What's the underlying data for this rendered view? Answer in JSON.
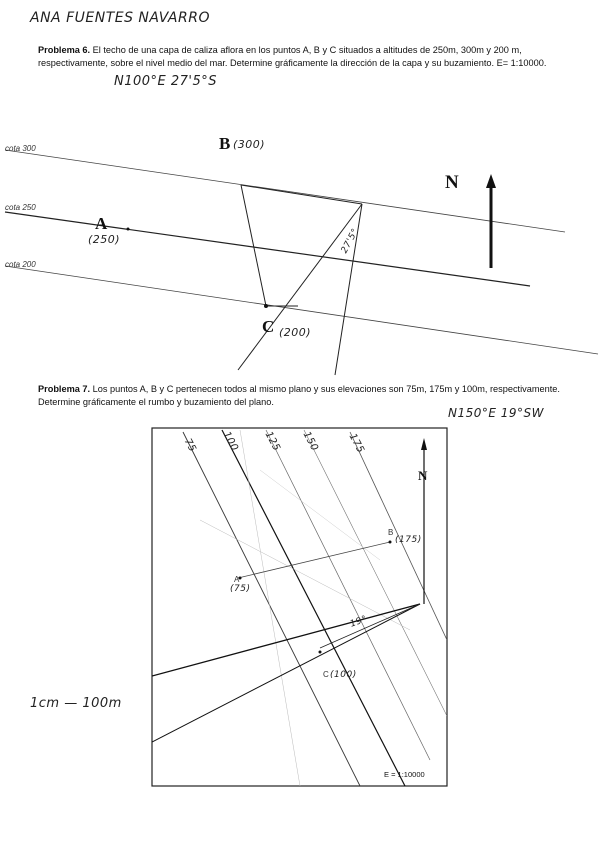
{
  "student_name": "ANA FUENTES NAVARRO",
  "problem6": {
    "heading": "Problema 6.",
    "text": " El techo de una capa de caliza aflora en los puntos A, B y C situados a altitudes de 250m, 300m y 200 m, respectivamente, sobre el nivel medio del mar. Determine gráficamente la dirección de la capa y su buzamiento. E= 1:10000.",
    "answer": "N100°E 27'5°S",
    "contours": [
      "cota 300",
      "cota 250",
      "cota 200"
    ],
    "points": {
      "A": {
        "name": "A",
        "elev": "(250)"
      },
      "B": {
        "name": "B",
        "elev": "(300)"
      },
      "C": {
        "name": "C",
        "elev": "(200)"
      }
    },
    "north": "N",
    "angle": "27'5°"
  },
  "problem7": {
    "heading": "Problema 7.",
    "text": " Los puntos A, B y C pertenecen todos al mismo plano y sus elevaciones son 75m, 175m y 100m, respectivamente. Determine gráficamente el rumbo y buzamiento del plano.",
    "answer": "N150°E 19°SW",
    "contours": [
      "75",
      "100",
      "125",
      "150",
      "175"
    ],
    "points": {
      "A": {
        "name": "A",
        "elev": "(75)"
      },
      "B": {
        "name": "B",
        "elev": "(175)"
      },
      "C": {
        "name": "C",
        "elev": "(100)"
      }
    },
    "north": "N",
    "angle": "19°",
    "scale": "E = 1:10000"
  },
  "scale_note": "1cm — 100m"
}
